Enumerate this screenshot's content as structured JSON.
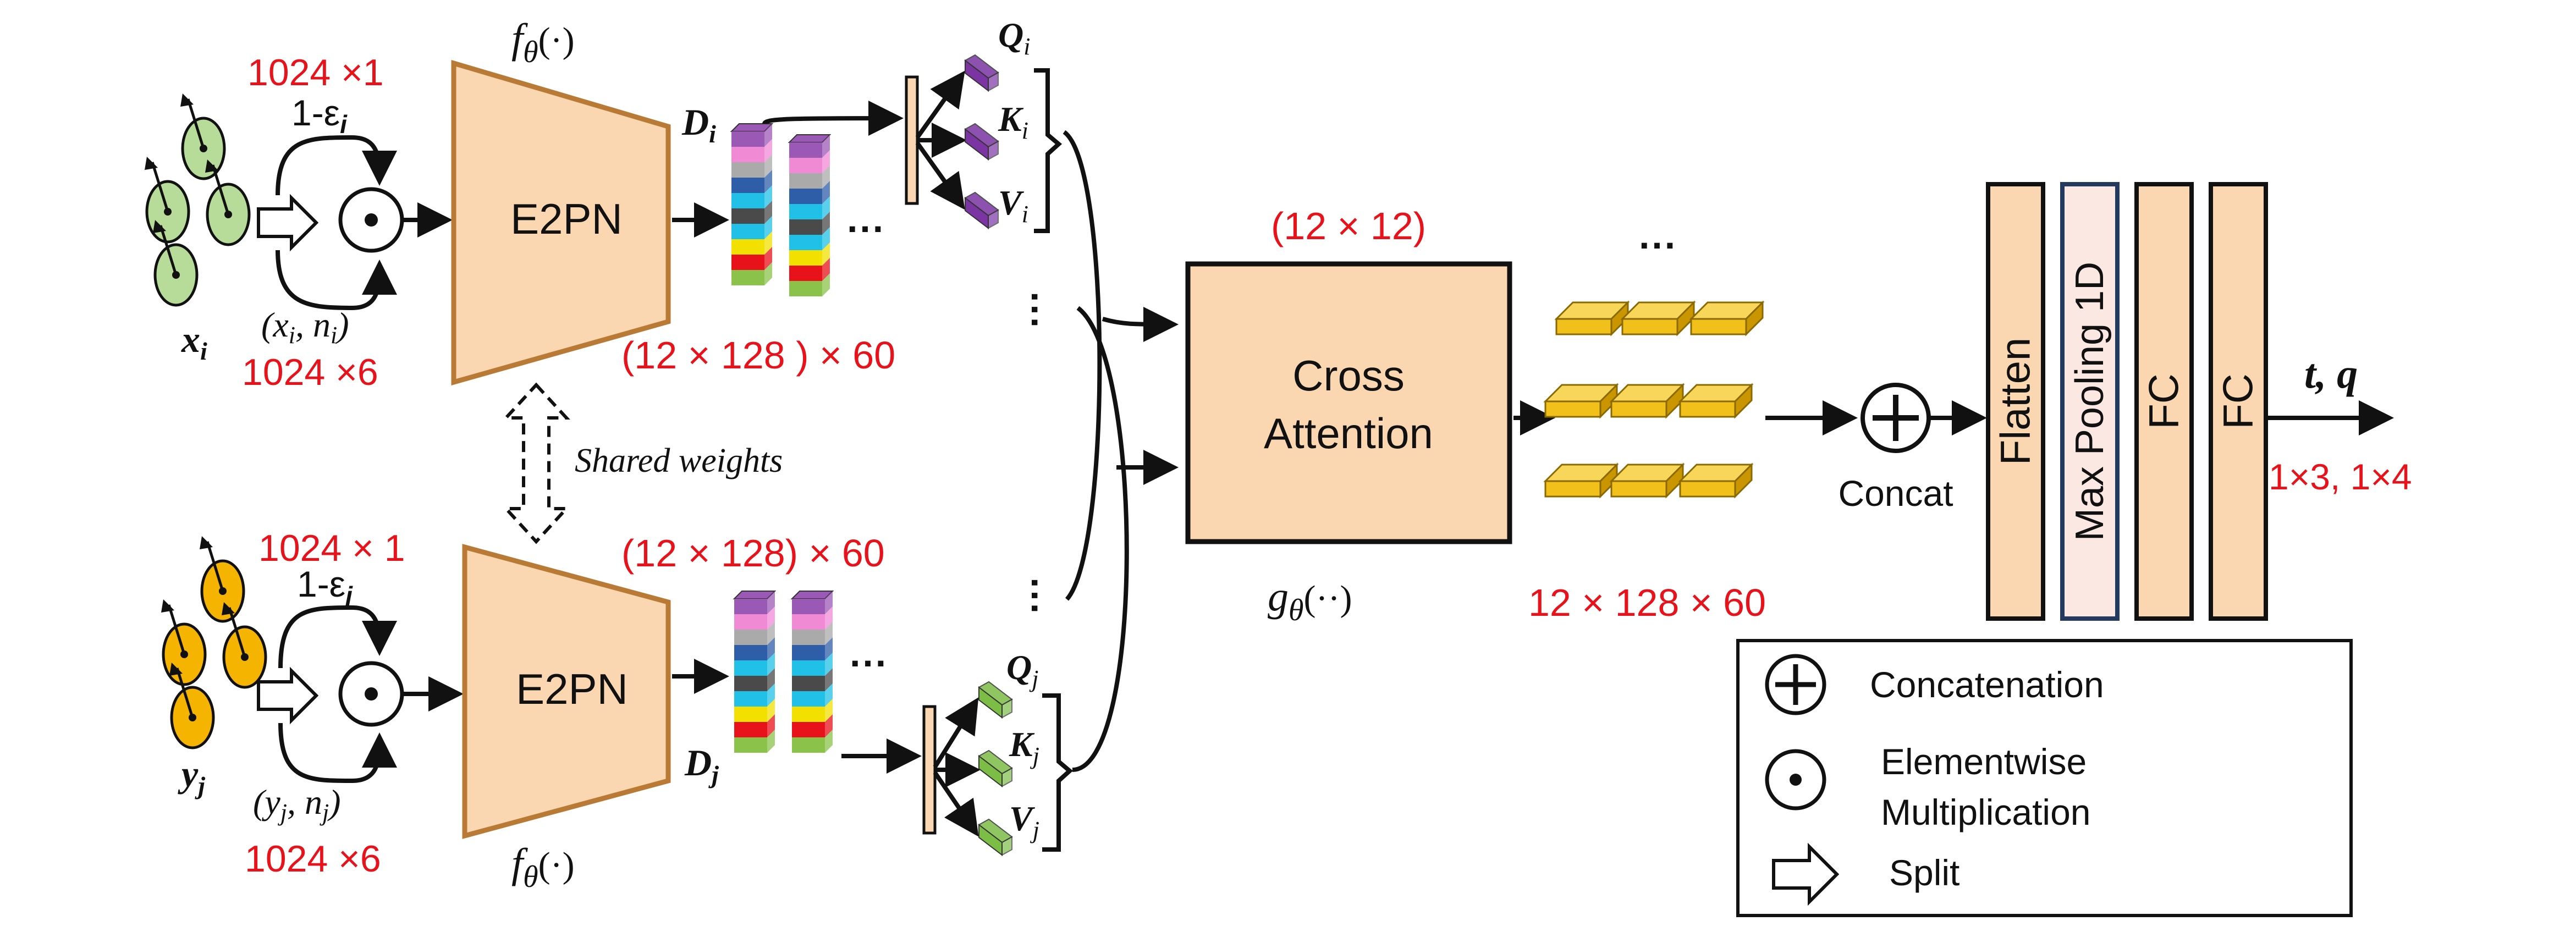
{
  "colors": {
    "accent_red": "#e8121b",
    "block_fill": "#fad7b0",
    "block_stroke": "#b97a35",
    "point_i": "#b7dc9a",
    "point_j": "#f5b400",
    "query_purple": "#7a35a3",
    "query_green": "#7cbd46",
    "cube_gold": "#f2c01a",
    "feature_stripes": [
      "#9b59b6",
      "#f08ad5",
      "#aaaaaa",
      "#2f5ea8",
      "#21c0e6",
      "#4a4a4a",
      "#21c0e6",
      "#f2e000",
      "#e8121b",
      "#8bc34a"
    ]
  },
  "top_branch": {
    "input_symbol": "x",
    "input_sub": "i",
    "size_top": "1024 ×1",
    "size_bottom": "1024 ×6",
    "weight_label": "1-ε",
    "weight_sub": "i",
    "pair_label": "(x",
    "pair_sub1": "i",
    "pair_mid": ", n",
    "pair_sub2": "i",
    "pair_end": ")",
    "encoder_label": "E2PN",
    "encoder_fn": "f",
    "encoder_fn_sub": "θ",
    "encoder_fn_arg": "(·)",
    "feature_symbol": "D",
    "feature_sub": "i",
    "feature_size": "(12 × 128 ) × 60",
    "q": "Q",
    "k": "K",
    "v": "V",
    "qkv_sub": "i",
    "ellipsis": "···"
  },
  "shared_weights": "Shared weights",
  "bottom_branch": {
    "input_symbol": "y",
    "input_sub": "j",
    "size_top": "1024 × 1",
    "size_bottom": "1024 ×6",
    "weight_label": "1-ε",
    "weight_sub": "j",
    "pair_label": "(y",
    "pair_sub1": "j",
    "pair_mid": ", n",
    "pair_sub2": "j",
    "pair_end": ")",
    "encoder_label": "E2PN",
    "encoder_fn": "f",
    "encoder_fn_sub": "θ",
    "encoder_fn_arg": "(·)",
    "feature_symbol": "D",
    "feature_sub": "j",
    "feature_size": "(12 × 128) × 60",
    "q": "Q",
    "k": "K",
    "v": "V",
    "qkv_sub": "j",
    "ellipsis": "···"
  },
  "attention": {
    "size_label": "(12 × 12)",
    "label_line1": "Cross",
    "label_line2": "Attention",
    "fn": "g",
    "fn_sub": "θ",
    "fn_arg": "(··)"
  },
  "output_tensor": {
    "size_label": "12 × 128 × 60",
    "ellipsis": "···"
  },
  "concat_label": "Concat",
  "head": {
    "layers": [
      "Flatten",
      "Max Pooling 1D",
      "FC",
      "FC"
    ],
    "output_label": "t, q",
    "output_size": "1×3, 1×4"
  },
  "legend": {
    "concatenation": "Concatenation",
    "elementwise_line1": "Elementwise",
    "elementwise_line2": "Multiplication",
    "split": "Split"
  }
}
